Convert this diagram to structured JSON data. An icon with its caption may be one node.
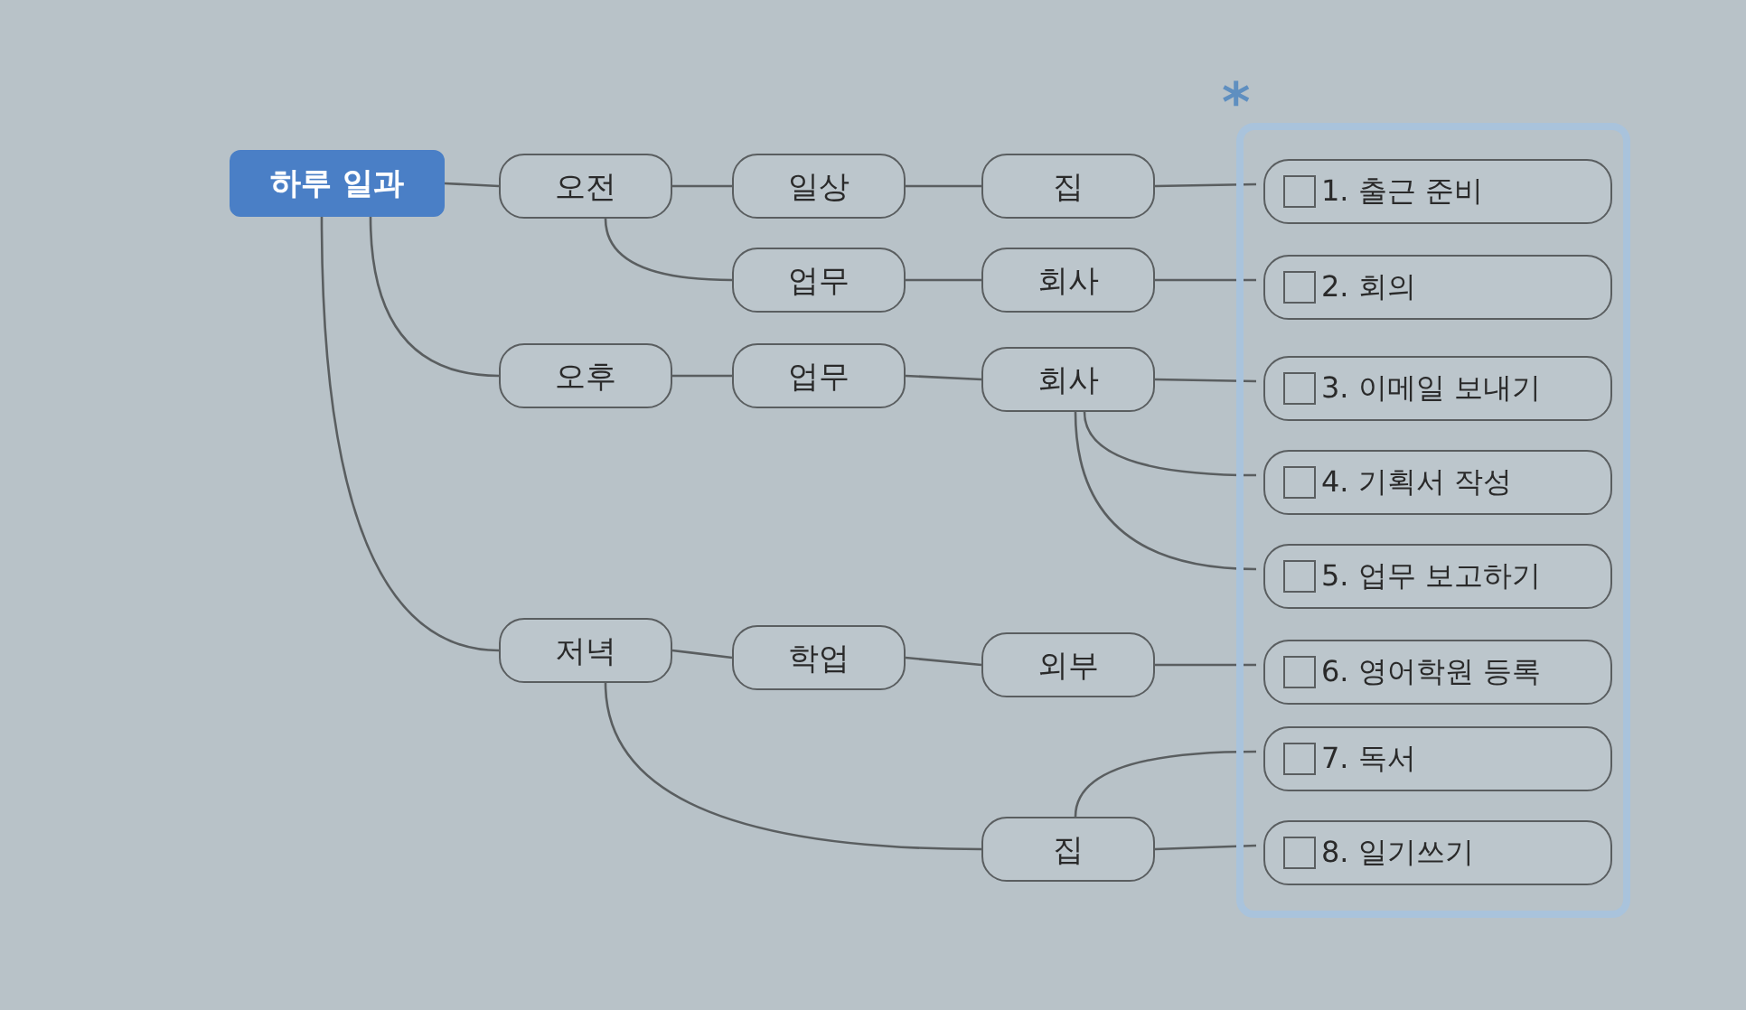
{
  "diagram": {
    "nodes": [
      {
        "text": [
          "하루 일과"
        ]
      },
      {
        "text": [
          "오전"
        ]
      },
      {
        "text": [
          "오후"
        ]
      },
      {
        "text": [
          "저녁"
        ]
      },
      {
        "text": [
          "일상"
        ]
      },
      {
        "text": [
          "업무"
        ]
      },
      {
        "text": [
          "업무"
        ]
      },
      {
        "text": [
          "학업"
        ]
      },
      {
        "text": [
          "집"
        ]
      },
      {
        "text": [
          "회사"
        ]
      },
      {
        "text": [
          "회사"
        ]
      },
      {
        "text": [
          "외부"
        ]
      },
      {
        "text": [
          "집"
        ]
      },
      {
        "text": [],
        "shape": "box"
      },
      {
        "text": [
          "1. 출근 준비"
        ],
        "in": 13
      },
      {
        "text": [
          "2. 회의"
        ],
        "in": 13
      },
      {
        "text": [
          "3. 이메일 보내기"
        ],
        "in": 13
      },
      {
        "text": [
          "4. 기획서 작성"
        ],
        "in": 13
      },
      {
        "text": [
          "5. 업무 보고하기"
        ],
        "in": 13
      },
      {
        "text": [
          "6. 영어학원 등록"
        ],
        "in": 13
      },
      {
        "text": [
          "7. 독서"
        ],
        "in": 13
      },
      {
        "text": [
          "8. 일기쓰기"
        ],
        "in": 13
      }
    ],
    "edges": [
      {
        "from": 0,
        "to": 1,
        "arrow": "none"
      },
      {
        "from": 0,
        "to": 2,
        "arrow": "none"
      },
      {
        "from": 0,
        "to": 3,
        "arrow": "none"
      },
      {
        "from": 1,
        "to": 4,
        "arrow": "none"
      },
      {
        "from": 1,
        "to": 5,
        "arrow": "none"
      },
      {
        "from": 2,
        "to": 6,
        "arrow": "none"
      },
      {
        "from": 3,
        "to": 7,
        "arrow": "none"
      },
      {
        "from": 3,
        "to": 12,
        "arrow": "none"
      },
      {
        "from": 4,
        "to": 8,
        "arrow": "none"
      },
      {
        "from": 5,
        "to": 9,
        "arrow": "none"
      },
      {
        "from": 6,
        "to": 10,
        "arrow": "none"
      },
      {
        "from": 7,
        "to": 11,
        "arrow": "none"
      },
      {
        "from": 8,
        "to": 14,
        "arrow": "none"
      },
      {
        "from": 9,
        "to": 15,
        "arrow": "none"
      },
      {
        "from": 10,
        "to": 16,
        "arrow": "none"
      },
      {
        "from": 10,
        "to": 17,
        "arrow": "none"
      },
      {
        "from": 10,
        "to": 18,
        "arrow": "none"
      },
      {
        "from": 11,
        "to": 19,
        "arrow": "none"
      },
      {
        "from": 12,
        "to": 20,
        "arrow": "none"
      },
      {
        "from": 12,
        "to": 21,
        "arrow": "none"
      }
    ],
    "labels": [
      "*"
    ]
  }
}
